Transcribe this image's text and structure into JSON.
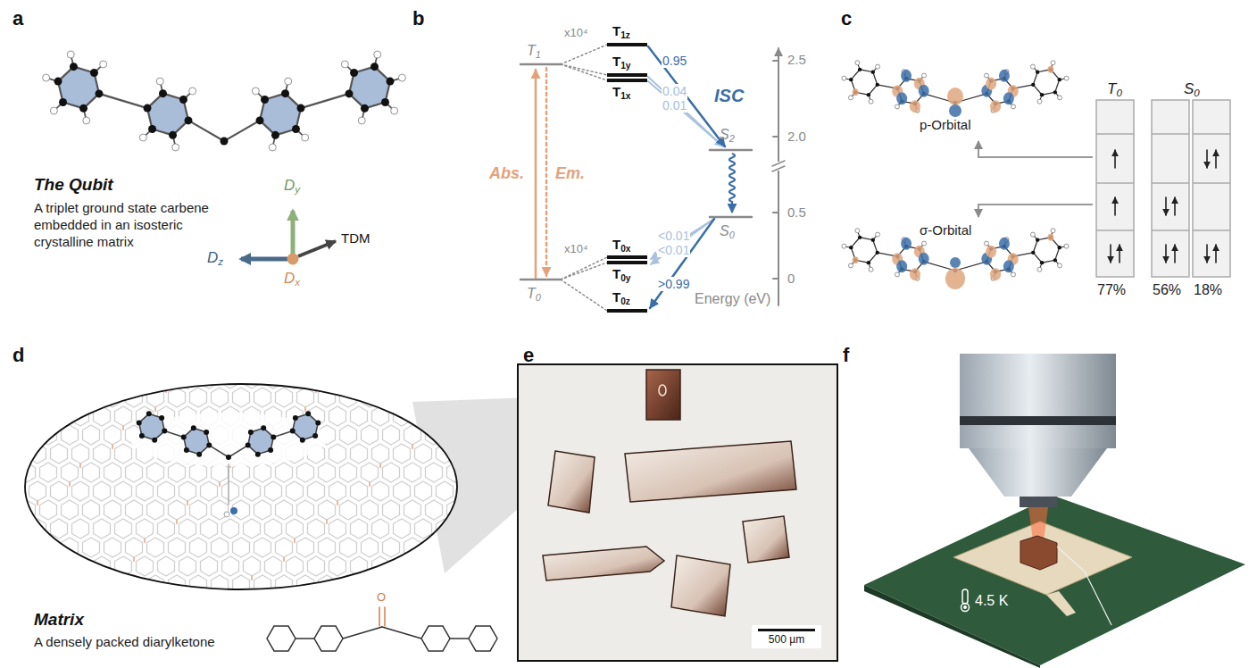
{
  "diagram": {
    "nodes": [
      {
        "text": [
          "500 µm"
        ]
      }
    ],
    "labels": [
      "a",
      "The Qubit",
      "A triplet ground state carbene embedded in an isosteric crystalline matrix",
      "Dy",
      "Dz",
      "Dx",
      "TDM",
      "b",
      "T1",
      "x10⁴",
      "T1z",
      "T1y",
      "T1x",
      "0.95",
      "0.04",
      "0.01",
      "ISC",
      "Abs.",
      "Em.",
      "S2",
      "S0",
      "<0.01",
      "<0.01",
      ">0.99",
      "x10⁴",
      "T0x",
      "T0y",
      "T0z",
      "T0",
      "2.5",
      "2.0",
      "0.5",
      "0",
      "Energy (eV)",
      "c",
      "p-Orbital",
      "σ-Orbital",
      "T0",
      "S0",
      "77%",
      "56%",
      "18%",
      "d",
      "Matrix",
      "A densely packed diarylketone",
      "e",
      "f",
      "4.5 K",
      "O"
    ]
  }
}
